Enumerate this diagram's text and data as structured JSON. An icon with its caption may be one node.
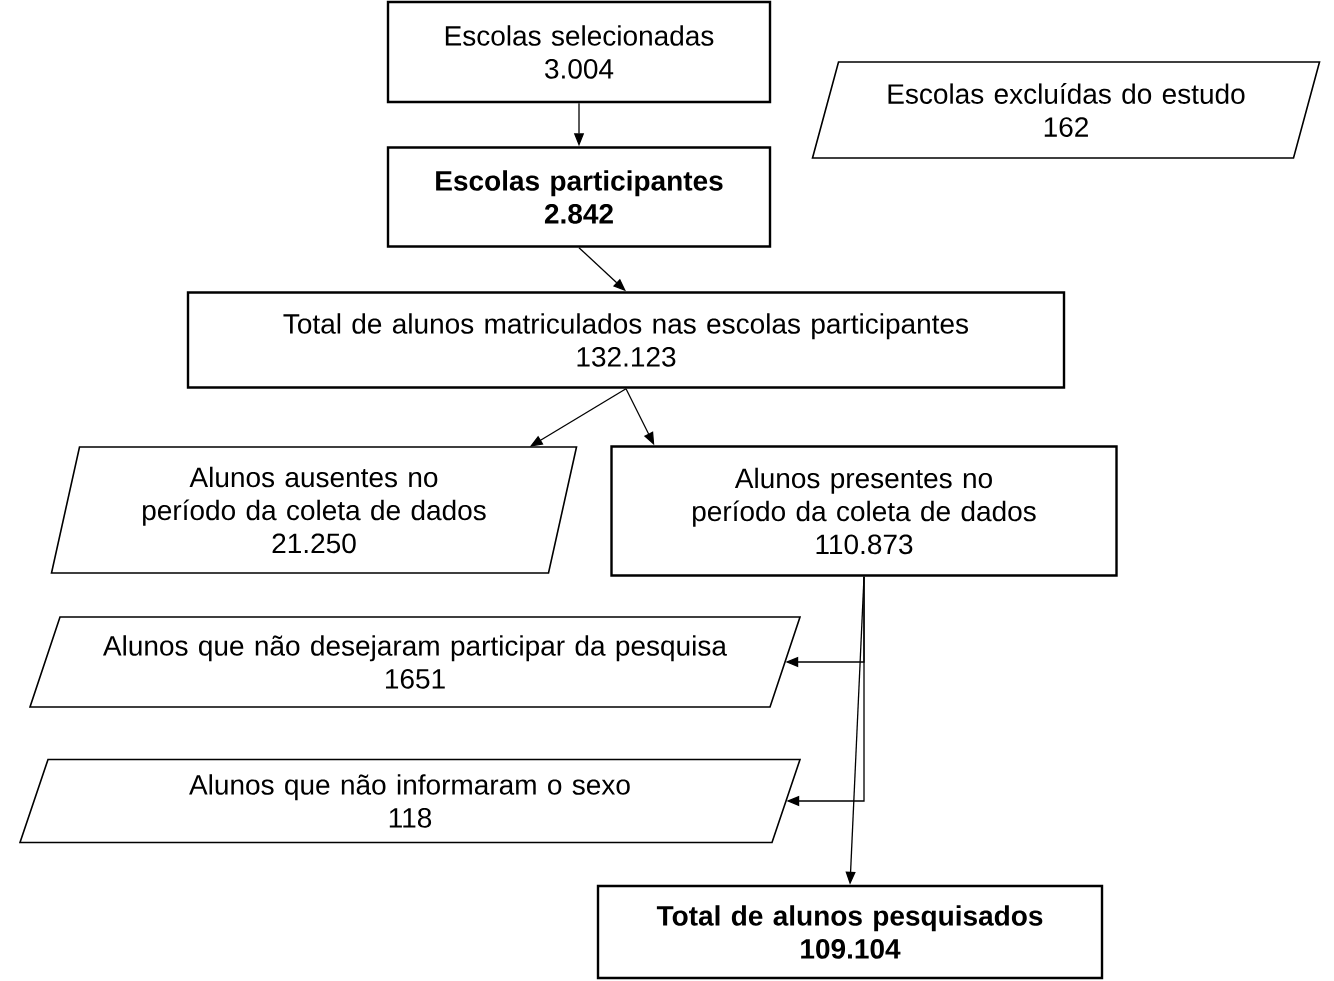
{
  "diagram": {
    "nodes": [
      {
        "text": [
          "Escolas selecionadas",
          "3.004"
        ]
      },
      {
        "text": [
          "Escolas excluídas do estudo",
          "162"
        ]
      },
      {
        "text": [
          "Escolas participantes",
          "2.842"
        ]
      },
      {
        "text": [
          "Total de alunos matriculados nas escolas participantes",
          "132.123"
        ]
      },
      {
        "text": [
          "Alunos ausentes no período da coleta de dados",
          "21.250"
        ]
      },
      {
        "text": [
          "Alunos presentes no período da coleta de dados",
          "110.873"
        ]
      },
      {
        "text": [
          "Alunos que não desejaram participar da pesquisa",
          "1651"
        ]
      },
      {
        "text": [
          "Alunos que não informaram o sexo",
          "118"
        ]
      },
      {
        "text": [
          "Total de alunos pesquisados",
          "109.104"
        ]
      }
    ],
    "edges": [
      {
        "from": 0,
        "to": 2,
        "arrow": "to"
      },
      {
        "from": 2,
        "to": 3,
        "arrow": "to"
      },
      {
        "from": 3,
        "to": 4,
        "arrow": "to"
      },
      {
        "from": 3,
        "to": 5,
        "arrow": "to"
      },
      {
        "from": 5,
        "to": 6,
        "arrow": "to"
      },
      {
        "from": 5,
        "to": 7,
        "arrow": "to"
      },
      {
        "from": 5,
        "to": 8,
        "arrow": "to"
      }
    ]
  }
}
